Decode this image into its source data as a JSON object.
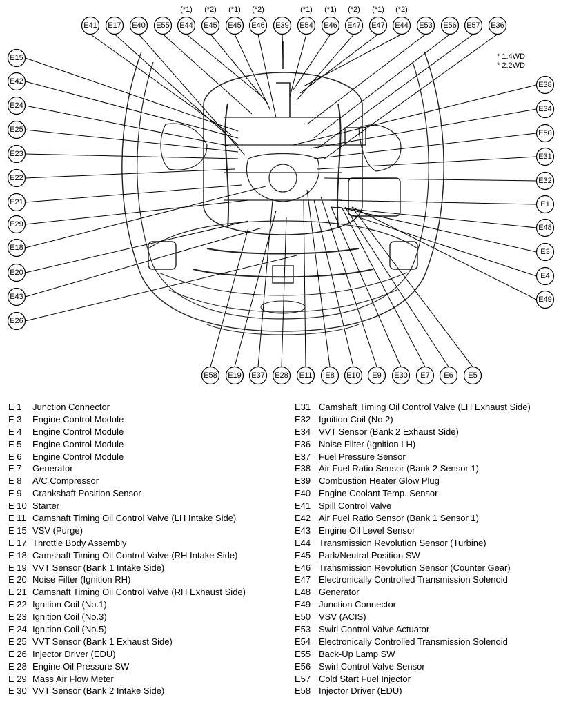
{
  "notes": [
    "* 1:4WD",
    "* 2:2WD"
  ],
  "callouts": {
    "top": [
      {
        "code": "E41",
        "note": ""
      },
      {
        "code": "E17",
        "note": ""
      },
      {
        "code": "E40",
        "note": ""
      },
      {
        "code": "E55",
        "note": ""
      },
      {
        "code": "E44",
        "note": "(*1)"
      },
      {
        "code": "E45",
        "note": "(*2)"
      },
      {
        "code": "E45",
        "note": "(*1)"
      },
      {
        "code": "E46",
        "note": "(*2)"
      },
      {
        "code": "E39",
        "note": ""
      },
      {
        "code": "E54",
        "note": "(*1)"
      },
      {
        "code": "E46",
        "note": "(*1)"
      },
      {
        "code": "E47",
        "note": "(*2)"
      },
      {
        "code": "E47",
        "note": "(*1)"
      },
      {
        "code": "E44",
        "note": "(*2)"
      },
      {
        "code": "E53",
        "note": ""
      },
      {
        "code": "E56",
        "note": ""
      },
      {
        "code": "E57",
        "note": ""
      },
      {
        "code": "E36",
        "note": ""
      }
    ],
    "left": [
      "E15",
      "E42",
      "E24",
      "E25",
      "E23",
      "E22",
      "E21",
      "E29",
      "E18",
      "E20",
      "E43",
      "E26"
    ],
    "right": [
      "E38",
      "E34",
      "E50",
      "E31",
      "E32",
      "E1",
      "E48",
      "E3",
      "E4",
      "E49"
    ],
    "bottom": [
      "E58",
      "E19",
      "E37",
      "E28",
      "E11",
      "E8",
      "E10",
      "E9",
      "E30",
      "E7",
      "E6",
      "E5"
    ]
  },
  "legend": {
    "left": [
      {
        "code": "E  1",
        "label": "Junction Connector"
      },
      {
        "code": "E  3",
        "label": "Engine Control Module"
      },
      {
        "code": "E  4",
        "label": "Engine Control Module"
      },
      {
        "code": "E  5",
        "label": "Engine Control Module"
      },
      {
        "code": "E  6",
        "label": "Engine Control Module"
      },
      {
        "code": "E  7",
        "label": "Generator"
      },
      {
        "code": "E  8",
        "label": "A/C Compressor"
      },
      {
        "code": "E  9",
        "label": "Crankshaft Position Sensor"
      },
      {
        "code": "E 10",
        "label": "Starter"
      },
      {
        "code": "E 11",
        "label": "Camshaft Timing Oil Control Valve (LH Intake Side)"
      },
      {
        "code": "E 15",
        "label": "VSV (Purge)"
      },
      {
        "code": "E 17",
        "label": "Throttle Body Assembly"
      },
      {
        "code": "E 18",
        "label": "Camshaft Timing Oil Control Valve (RH Intake Side)"
      },
      {
        "code": "E 19",
        "label": "VVT Sensor (Bank 1 Intake Side)"
      },
      {
        "code": "E 20",
        "label": "Noise Filter (Ignition RH)"
      },
      {
        "code": "E 21",
        "label": "Camshaft Timing Oil Control Valve (RH Exhaust Side)"
      },
      {
        "code": "E 22",
        "label": "Ignition Coil (No.1)"
      },
      {
        "code": "E 23",
        "label": "Ignition Coil (No.3)"
      },
      {
        "code": "E 24",
        "label": "Ignition Coil (No.5)"
      },
      {
        "code": "E 25",
        "label": "VVT Sensor (Bank 1 Exhaust Side)"
      },
      {
        "code": "E 26",
        "label": "Injector Driver (EDU)"
      },
      {
        "code": "E 28",
        "label": "Engine Oil Pressure SW"
      },
      {
        "code": "E 29",
        "label": "Mass Air Flow Meter"
      },
      {
        "code": "E 30",
        "label": "VVT Sensor (Bank 2 Intake Side)"
      }
    ],
    "right": [
      {
        "code": "E31",
        "label": "Camshaft Timing Oil Control Valve (LH Exhaust Side)"
      },
      {
        "code": "E32",
        "label": "Ignition Coil (No.2)"
      },
      {
        "code": "E34",
        "label": "VVT Sensor (Bank 2 Exhaust Side)"
      },
      {
        "code": "E36",
        "label": "Noise Filter (Ignition LH)"
      },
      {
        "code": "E37",
        "label": "Fuel Pressure Sensor"
      },
      {
        "code": "E38",
        "label": "Air Fuel Ratio Sensor (Bank 2 Sensor 1)"
      },
      {
        "code": "E39",
        "label": "Combustion Heater Glow Plug"
      },
      {
        "code": "E40",
        "label": "Engine Coolant Temp. Sensor"
      },
      {
        "code": "E41",
        "label": "Spill Control Valve"
      },
      {
        "code": "E42",
        "label": "Air Fuel Ratio Sensor (Bank 1 Sensor 1)"
      },
      {
        "code": "E43",
        "label": "Engine Oil Level Sensor"
      },
      {
        "code": "E44",
        "label": "Transmission Revolution Sensor (Turbine)"
      },
      {
        "code": "E45",
        "label": "Park/Neutral Position SW"
      },
      {
        "code": "E46",
        "label": "Transmission Revolution Sensor (Counter Gear)"
      },
      {
        "code": "E47",
        "label": "Electronically Controlled Transmission Solenoid"
      },
      {
        "code": "E48",
        "label": "Generator"
      },
      {
        "code": "E49",
        "label": "Junction Connector"
      },
      {
        "code": "E50",
        "label": "VSV (ACIS)"
      },
      {
        "code": "E53",
        "label": "Swirl Control Valve Actuator"
      },
      {
        "code": "E54",
        "label": "Electronically Controlled Transmission Solenoid"
      },
      {
        "code": "E55",
        "label": "Back-Up Lamp SW"
      },
      {
        "code": "E56",
        "label": "Swirl Control Valve Sensor"
      },
      {
        "code": "E57",
        "label": "Cold Start Fuel Injector"
      },
      {
        "code": "E58",
        "label": "Injector Driver (EDU)"
      }
    ]
  }
}
